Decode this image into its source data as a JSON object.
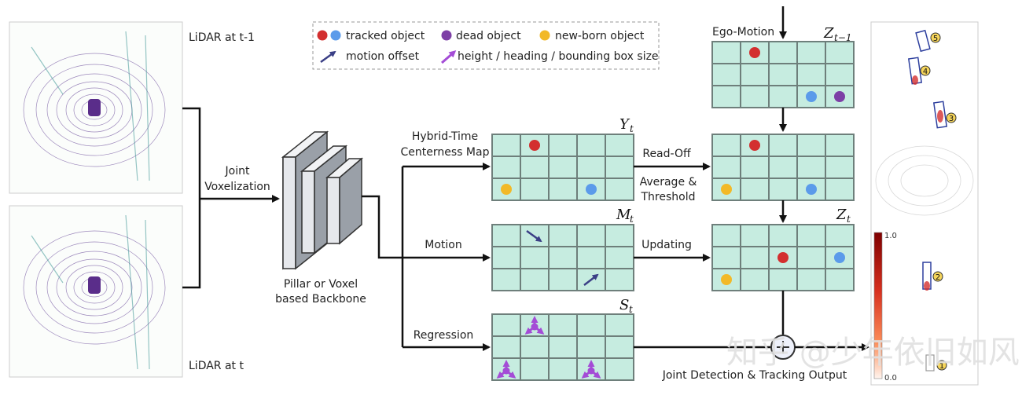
{
  "inputs": {
    "top_label": "LiDAR at t-1",
    "bottom_label": "LiDAR at t"
  },
  "voxelization": {
    "line1": "Joint",
    "line2": "Voxelization"
  },
  "backbone": {
    "line1": "Pillar or Voxel",
    "line2": "based Backbone"
  },
  "legend": {
    "tracked": "tracked object",
    "dead": "dead object",
    "newborn": "new-born object",
    "motion": "motion offset",
    "regression": "height / heading / bounding box size"
  },
  "branches": {
    "centerness_line1": "Hybrid-Time",
    "centerness_line2": "Centerness Map",
    "motion": "Motion",
    "regression": "Regression"
  },
  "grids": {
    "Y": {
      "main": "Y",
      "sub": "t"
    },
    "M": {
      "main": "M",
      "sub": "t"
    },
    "S": {
      "main": "S",
      "sub": "t"
    },
    "Zprev": {
      "main": "Z",
      "sub": "t−1"
    },
    "Zread": {
      "main": "",
      "sub": ""
    },
    "Z": {
      "main": "Z",
      "sub": "t"
    }
  },
  "ops": {
    "ego": "Ego-Motion",
    "readoff": "Read-Off",
    "average_line1": "Average &",
    "average_line2": "Threshold",
    "updating": "Updating",
    "output": "Joint Detection & Tracking Output"
  },
  "colorbar": {
    "max": "1.0",
    "min": "0.0"
  },
  "track_ids": [
    "5",
    "4",
    "3",
    "2",
    "1"
  ],
  "watermark": "知乎 @少年依旧如风",
  "colors": {
    "tracked_red": "#d32f2f",
    "tracked_blue": "#5b9bea",
    "dead": "#7d3fa6",
    "newborn": "#f2b928",
    "motion_arrow": "#3b3f86",
    "regression": "#a44cd6",
    "grid_fill": "#c6ece0"
  }
}
